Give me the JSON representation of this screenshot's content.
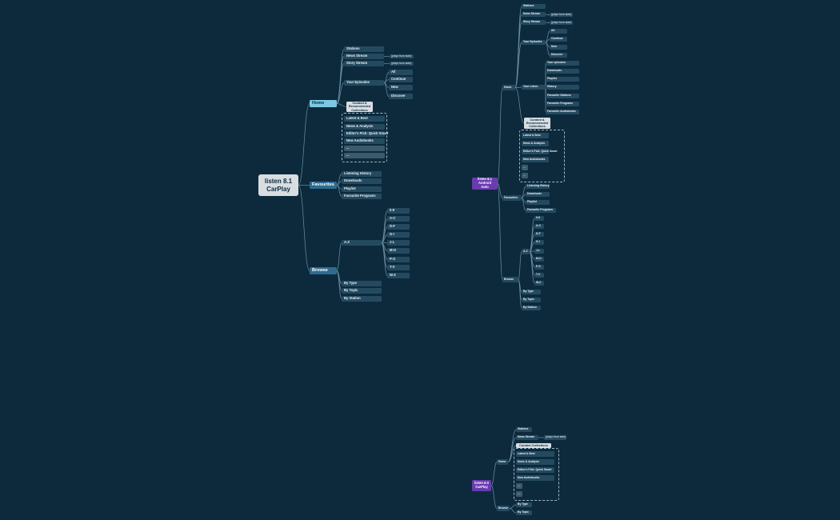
{
  "maps": [
    {
      "root": "listen 8.1 CarPlay",
      "home": {
        "label": "Home",
        "items": [
          "Stations",
          "News Stream",
          "Story Stream",
          "Your Episodes"
        ],
        "stream_tag": "(plays from start)",
        "episodes": [
          "All",
          "Continue",
          "New",
          "Discover"
        ],
        "collections_note": "Curated & Recommended Collections",
        "collections": [
          "Latest & Best",
          "News & Analysis",
          "Editor's Pick: Quick Smart",
          "New Audiobooks",
          "...",
          "..."
        ]
      },
      "favourites": {
        "label": "Favourites",
        "items": [
          "Listening History",
          "Downloads",
          "Playlist",
          "Favourite Programs"
        ]
      },
      "browse": {
        "label": "Browse",
        "az_label": "A-Z",
        "az": [
          "0-9",
          "A-C",
          "D-F",
          "G-I",
          "J-L",
          "M-O",
          "P-S",
          "T-V",
          "W-Z"
        ],
        "items": [
          "By Type",
          "By Topic",
          "By Station"
        ]
      }
    },
    {
      "root": "listen 8.1 Android Auto",
      "home": {
        "label": "Home",
        "items": [
          "Stations",
          "News Stream",
          "Story Stream",
          "Your Episodes",
          "Your Listen"
        ],
        "stream_tag": "(plays from start)",
        "episodes": [
          "All",
          "Continue",
          "New",
          "Discover"
        ],
        "your_listen": [
          "Your episodes",
          "Downloads",
          "Playlist",
          "History",
          "Favourite Stations",
          "Favourite Programs",
          "Favourite Audiobooks"
        ],
        "collections_note": "Curated & Recommended Collections",
        "collections": [
          "Latest & Best",
          "News & Analysis",
          "Editor's Pick: Quick Smart",
          "New Audiobooks",
          "...",
          "..."
        ]
      },
      "favourites": {
        "label": "Favourites",
        "items": [
          "Listening History",
          "Downloads",
          "Playlist",
          "Favourite Programs"
        ]
      },
      "browse": {
        "label": "Browse",
        "az_label": "A-Z",
        "az": [
          "0-9",
          "A-C",
          "D-F",
          "G-I",
          "J-L",
          "M-O",
          "P-S",
          "T-V",
          "W-Z"
        ],
        "items": [
          "By Type",
          "By Topic",
          "By Station"
        ]
      }
    },
    {
      "root": "listen 8.0 CarPlay",
      "home": {
        "label": "Home",
        "items": [
          "Stations",
          "News Stream"
        ],
        "stream_tag": "(plays from start)",
        "collections_note": "Curated Collections",
        "collections": [
          "Latest & Best",
          "News & Analysis",
          "Editor's Pick: Quick Smart",
          "New Audiobooks",
          "...",
          "..."
        ]
      },
      "browse": {
        "label": "Browse",
        "items": [
          "By Type",
          "By Topic"
        ]
      }
    }
  ],
  "colors": {
    "background": "#0d2a3d",
    "node": "#244a60",
    "branch": "#2f6b8f",
    "home_highlight": "#7cc8e3",
    "root_light": "#d7dde0",
    "root_purple": "#6a3bb0",
    "edge": "#6d8ea0"
  }
}
